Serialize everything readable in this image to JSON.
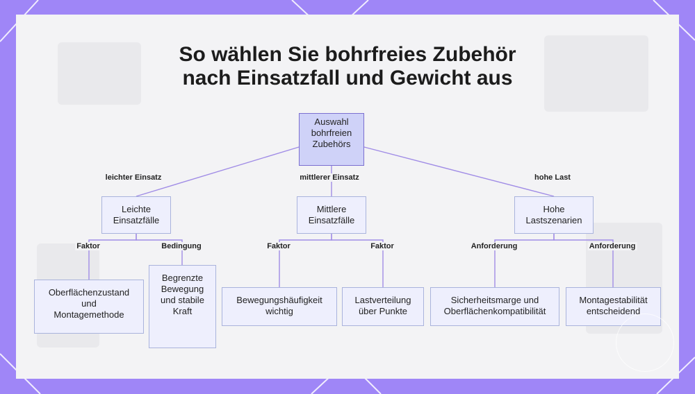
{
  "title": {
    "line1": "So wählen Sie bohrfreies Zubehör",
    "line2": "nach Einsatzfall und Gewicht aus"
  },
  "nodes": {
    "root": "Auswahl bohrfreien Zubehörs",
    "light": "Leichte Einsatzfälle",
    "medium": "Mittlere Einsatzfälle",
    "heavy": "Hohe Lastszenarien",
    "light_surface": "Oberflächenzustand und Montagemethode",
    "light_movement": "Begrenzte Bewegung und stabile Kraft",
    "medium_frequency": "Bewegungshäufigkeit wichtig",
    "medium_distribution": "Lastverteilung über Punkte",
    "heavy_safety": "Sicherheitsmarge und Oberflächenkompatibilität",
    "heavy_stability": "Montagestabilität entscheidend"
  },
  "edges": {
    "root_light": "leichter Einsatz",
    "root_medium": "mittlerer Einsatz",
    "root_heavy": "hohe Last",
    "light_surface": "Faktor",
    "light_movement": "Bedingung",
    "medium_frequency": "Faktor",
    "medium_distribution": "Faktor",
    "heavy_safety": "Anforderung",
    "heavy_stability": "Anforderung"
  },
  "colors": {
    "frame": "#9f86f7",
    "panel": "#f3f3f5",
    "node_fill": "#eeeffd",
    "node_border": "#a9b3dc",
    "root_fill": "#cfd2f8",
    "connector": "#a08ce6"
  }
}
